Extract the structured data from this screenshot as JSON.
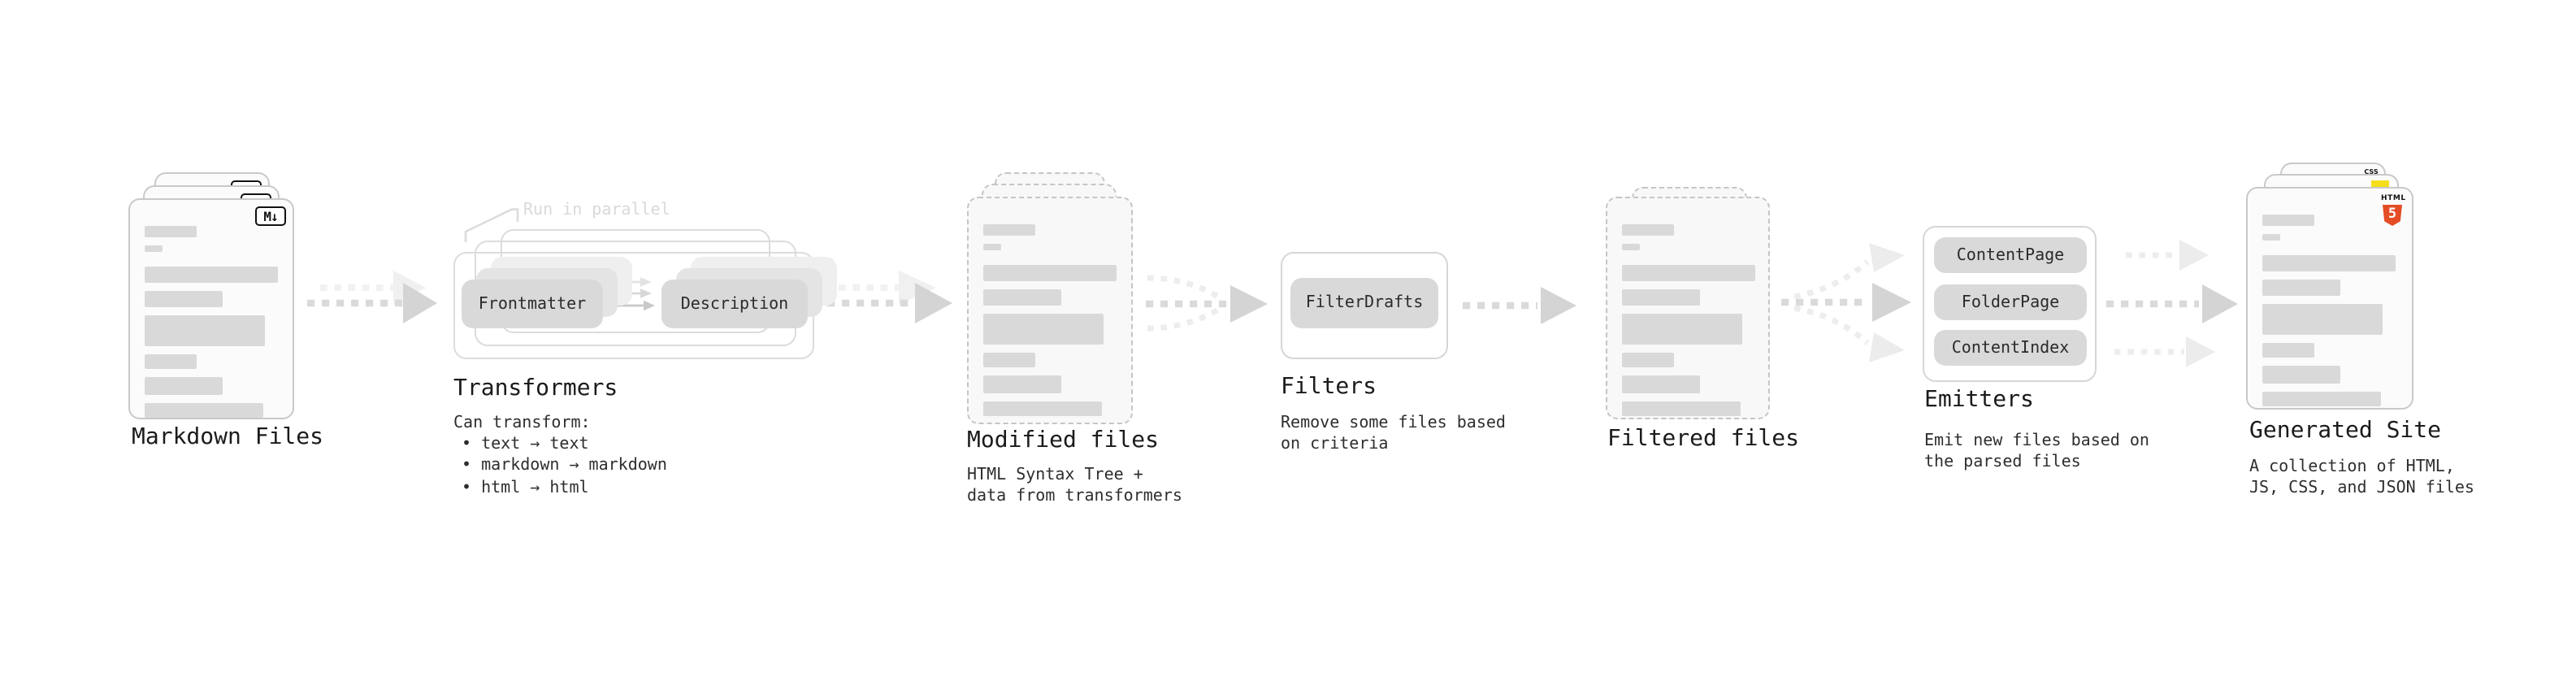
{
  "stages": {
    "markdown_files": {
      "label": "Markdown Files",
      "badge": "M↓"
    },
    "transformers": {
      "label": "Transformers",
      "annotation": "Run in parallel",
      "pills": {
        "frontmatter": "Frontmatter",
        "description": "Description"
      },
      "desc": [
        "Can transform:",
        "• text → text",
        "• markdown → markdown",
        "• html → html"
      ]
    },
    "modified_files": {
      "label": "Modified files",
      "desc": [
        "HTML Syntax Tree +",
        "data from transformers"
      ]
    },
    "filters": {
      "label": "Filters",
      "pills": {
        "filter_drafts": "FilterDrafts"
      },
      "desc": [
        "Remove some files based",
        "on criteria"
      ]
    },
    "filtered_files": {
      "label": "Filtered files"
    },
    "emitters": {
      "label": "Emitters",
      "pills": {
        "content_page": "ContentPage",
        "folder_page": "FolderPage",
        "content_index": "ContentIndex"
      },
      "desc": [
        "Emit new files based on",
        "the parsed files"
      ]
    },
    "generated_site": {
      "label": "Generated Site",
      "badges": {
        "html": "HTML",
        "five": "5",
        "css": "CSS"
      },
      "desc": [
        "A collection of HTML,",
        "JS, CSS, and JSON files"
      ]
    }
  },
  "colors": {
    "html5_orange": "#e44d26",
    "js_yellow": "#f5de19",
    "css_blue": "#2062d4",
    "pill_gray": "#d9d9d9",
    "bar_gray": "#d9d9d9",
    "arrow_dark": "#dadada",
    "arrow_light": "#f1f1f1",
    "text_dark": "#1b1b1b"
  }
}
